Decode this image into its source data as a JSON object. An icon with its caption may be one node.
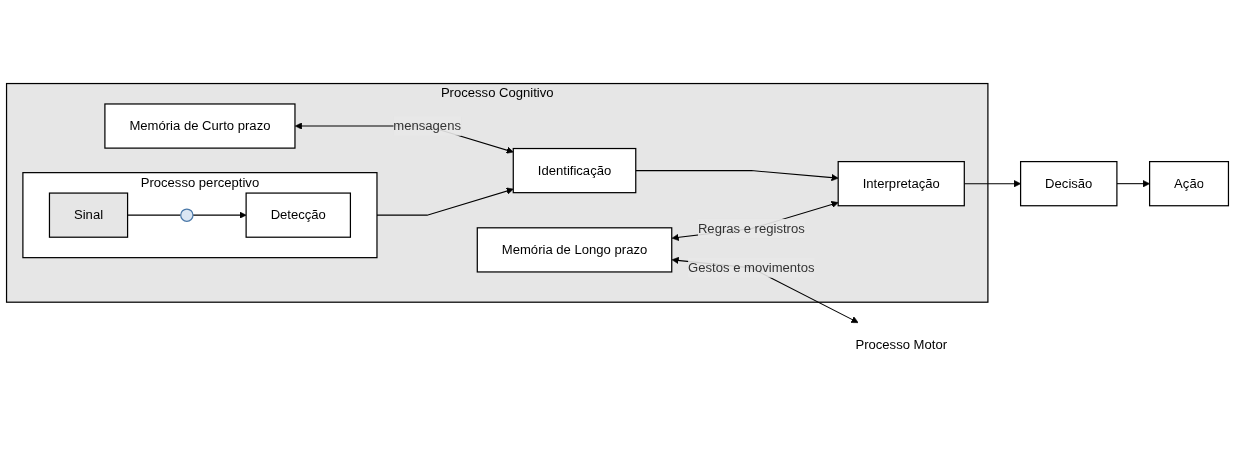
{
  "diagram": {
    "nodes": [
      {
        "text": [
          "Processo Cognitivo"
        ]
      },
      {
        "text": [
          "Processo perceptivo"
        ],
        "in": 0
      },
      {
        "text": [
          "Sinal"
        ],
        "in": 1
      },
      {
        "text": [],
        "shape": "circle",
        "in": 1
      },
      {
        "text": [
          "Detecção"
        ],
        "in": 1
      },
      {
        "text": [
          "Identificação"
        ],
        "in": 0
      },
      {
        "text": [
          "Interpretação"
        ],
        "in": 0
      },
      {
        "text": [
          "Decisão"
        ]
      },
      {
        "text": [
          "Ação"
        ]
      },
      {
        "text": [
          "Memória de Curto prazo"
        ],
        "in": 0
      },
      {
        "text": [
          "Memória de Longo prazo"
        ],
        "in": 0
      },
      {
        "text": [
          "Processo Motor"
        ]
      }
    ],
    "edges": [
      {
        "from": 2,
        "to": 3,
        "arrow": "none"
      },
      {
        "from": 3,
        "to": 4,
        "arrow": "to"
      },
      {
        "from": 1,
        "to": 5,
        "arrow": "to"
      },
      {
        "from": 9,
        "to": 5,
        "arrow": "both",
        "label": "mensagens"
      },
      {
        "from": 5,
        "to": 6,
        "arrow": "to"
      },
      {
        "from": 10,
        "to": 6,
        "arrow": "both",
        "label": "Regras e registros"
      },
      {
        "from": 6,
        "to": 7,
        "arrow": "to"
      },
      {
        "from": 7,
        "to": 8,
        "arrow": "to"
      },
      {
        "from": 10,
        "to": 11,
        "arrow": "both",
        "label": "Gestos e movimentos"
      }
    ]
  }
}
